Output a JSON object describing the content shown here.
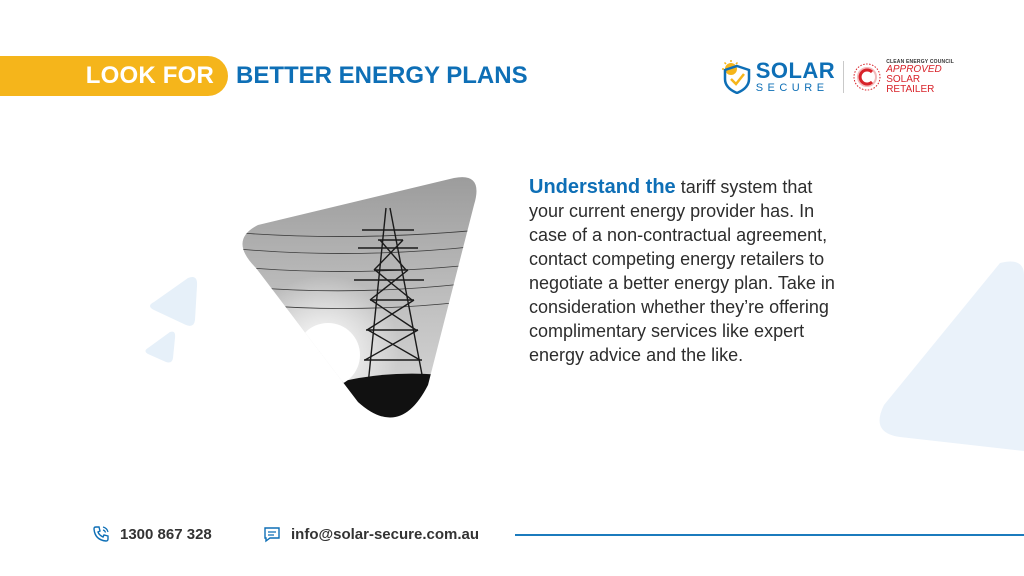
{
  "banner": {
    "highlight": "LOOK FOR",
    "title": "BETTER ENERGY PLANS"
  },
  "logos": {
    "solar_main": "SOLAR",
    "solar_sub": "SECURE",
    "cec_top": "CLEAN ENERGY COUNCIL",
    "cec_line1": "APPROVED",
    "cec_line2": "SOLAR",
    "cec_line3": "RETAILER"
  },
  "content": {
    "lead": "Understand the",
    "body": " tariff system that your current energy provider has. In case of a non-contractual agreement, contact competing energy retailers to negotiate a better energy plan. Take in consideration whether they’re offering complimentary services like expert energy advice and the like."
  },
  "footer": {
    "phone": "1300 867 328",
    "email": "info@solar-secure.com.au"
  },
  "colors": {
    "brand_blue": "#0e6fb6",
    "accent_yellow": "#f5b51b",
    "decor_blue": "#e3eef8"
  },
  "icons": {
    "phone": "phone-icon",
    "email": "chat-email-icon",
    "solar": "shield-sun-icon",
    "cec": "cec-c-badge-icon"
  }
}
